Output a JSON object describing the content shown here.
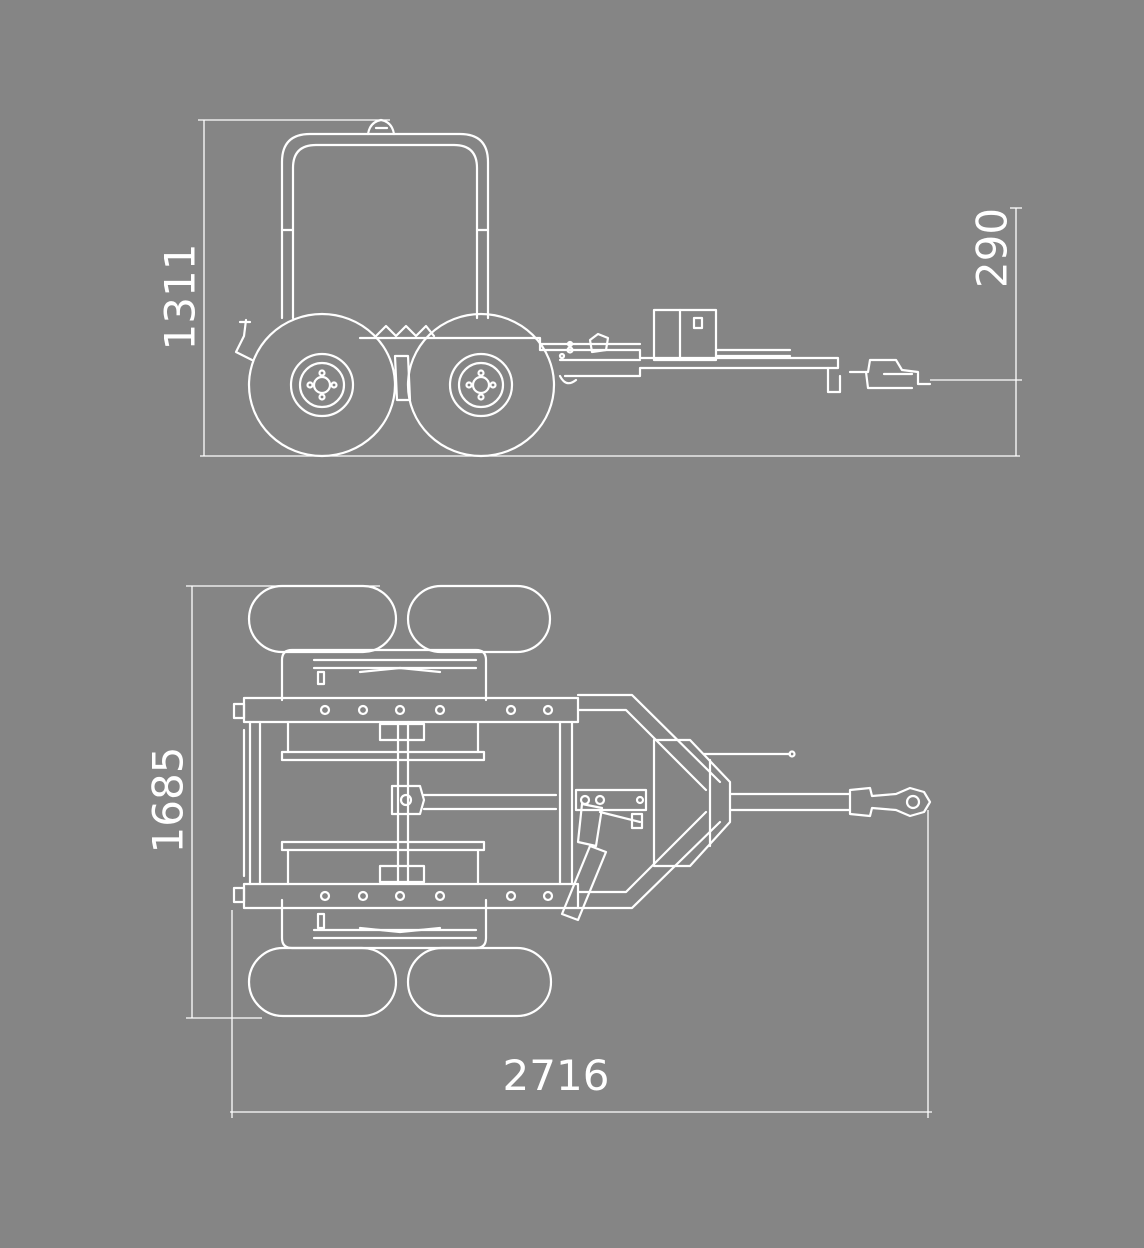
{
  "colors": {
    "background": "#858585",
    "line": "#ffffff"
  },
  "dimensions": {
    "height": "1311",
    "hitch_height": "290",
    "width": "1685",
    "length": "2716"
  }
}
